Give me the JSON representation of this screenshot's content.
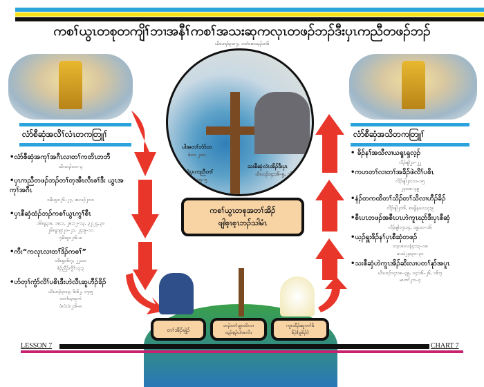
{
  "header": {
    "title": "ကစၢ်ယွၤတစုတကျိၢ်ဘၢအနီၢ်ကစၢ်အသးဆုကလုၤတဖၣ်ဘၣ်ဒီးပှၤကညီတဖၣ်ဘၣ်",
    "reference": "ယိၤဟၣ်၃း၁၇, ၁တံၤမၤသ့ၣ်၁း၆"
  },
  "left": {
    "heading": "လံာ်စီဆှံအလိၢ်လံၤတကတြူၢ်",
    "items": [
      {
        "text": "•လံာ်စီဆှံအကုၢ်အဂီၤလၢတၢ်ကတိၤတဘီ",
        "refs": [
          "ယိၤဟၣ်၁း၁–၃"
        ]
      },
      {
        "text": "•ပှၤကညီတဖၣ်ဘၣ်တၢ်တ့အီၤလီၤစၢ်ဒီး ယွၤအကုၢ်အဂီၤ",
        "refs": [
          "၁မိၤရှ၁း၂၆–၂၇,   ဖၤလၣ်၂း၁၀"
        ]
      },
      {
        "text": "•ပှၤစီဆှံထံၣ်ဘၣ်ကစၢ်ယွၤကွၢ်စီၤ",
        "refs": [
          "၁မိၤရှ၃း၈, ၁၈း၁, ၂၈း၁၂–၁၃, ၃၂း၂၄,၃၀",
          "၂မိၤရှ၁၉း၂၀–၂၁, ၂၄း၉–၁၁",
          "၄မိၤရှ၁၂း၆–၈"
        ]
      },
      {
        "text": "•ကီး“ကလုၤလၢတၢ်ဒိၣ်ကစၢ်”",
        "refs": [
          "၁မိၤရှ၁၆း၇, ၂၂း၁၁",
          "စံၣ်ညီၣ်ကွိၢ်၁၃း၃"
        ]
      },
      {
        "text": "•ပာ်တုၢ်ကွံာ်လိၢ်ပစိၤဒီးဟဲလီၤဆူဟီၣ်ခိၣ်",
        "refs": [
          "ယိၤဟၣ်၃း၁၃, ၆း၆၂, ၁၇း၅",
          "၁တၢ်ဃ့ထုကဲ",
          "ဖံလံးပံး၂း၆–၈"
        ]
      }
    ]
  },
  "right": {
    "heading": "လံာ်စီဆှံအသိတကတြူၢ်",
    "items": [
      {
        "text": "• ခိၣ်နၢ်အသီလၢယရူၤရှလ့ၣ်",
        "refs": [
          "လိၣ်ဖျါ၂၁–၂၂"
        ]
      },
      {
        "text": "•ကဟတၢ်လၢတၢ်အခိၣ်ဖဲလိၢ်ပစိၤ",
        "refs": [
          "လိၣ်ဖျါ၂၀း၁၁–၁၅",
          "၂၄း၁၈–၄၉"
        ]
      },
      {
        "text": "•နံၣ်တကထိတၢ်သိၣ်တၢ်သိလၢဟီၣ်ခိၣ်",
        "refs": [
          "လိၣ်ဖျါ၂၀း၆, စၤၡါနယၤ၁၄း၉"
        ]
      },
      {
        "text": "•စီၤပၤတဖၣ်အစီၤပၤဟဲကူၤဃုာ်ဒီးပှၤစီဆှံ",
        "refs": [
          "လိၣ်ဖျါ၁၇း၁၄, ၁၉း၁၁–၁၆"
        ]
      },
      {
        "text": "•ယ့ၣ်ရှူးဖိၣ်နၢ်ပှၤစီဆှံတဖၣ်",
        "refs": [
          "၁သ့ၤစၤလနံ၄း၁၃–၁၈",
          "မၤသဲ၂၄း၃၀–၃၁"
        ]
      },
      {
        "text": "•သးစီဆှံဟဲကူၤအိၣ်ဆိးလၢပတၢ်နုာ်အပူၤ",
        "refs": [
          "ယိၤဟၣ်၁၄း၁၈–၃၉, ၁၄း၁၆–၂၆, ၁၆း၇",
          "မၤတၢ်၂း၁–၄"
        ]
      }
    ]
  },
  "center": {
    "labels": [
      {
        "text": "ပါအတၢ်ဘံာ်တ",
        "ref": "စဲးလ ၂း၁၀"
      },
      {
        "text": "ဖိဢွါလဲပှၤကညီတၢ်",
        "ref": "ကလၤတံ၄း၄–၅"
      },
      {
        "text": "သးစီဆှံလဲၤအိၣ်ဒီးပှၤ",
        "ref": "ယိၤဟၣ်၁၄း၁၆–၅, ၁၆း၁–၁၃"
      }
    ],
    "box_line1": "ကစၢ်ယွၤတစုအတၢ်အိၣ်",
    "box_line2": "ဖျါစ့ၤစ့ၤဘၣ်သါမံၤ"
  },
  "bottom": {
    "boxes": [
      {
        "line1": "တၢ်အိၣ်ဖျဲၣ်",
        "line2": ""
      },
      {
        "line1": "ဘၣ်တၢ်ပျၢးထိလၢ",
        "line2": "ထ့ၣ်စ့ၣ်ပါအလိၤ"
      },
      {
        "line1": "ကူၤထီၣ်ဆူတၢ်ဖိ",
        "line2": "ခိၣ်(မူခိၣ်)"
      }
    ],
    "lesson": "LESSON 7",
    "chart": "CHART 7"
  },
  "colors": {
    "blue": "#2ba3dc",
    "yellow": "#f6e11a",
    "black": "#111111",
    "red": "#e8362a",
    "peach": "#f8d3a4",
    "magenta": "#c8226e"
  }
}
